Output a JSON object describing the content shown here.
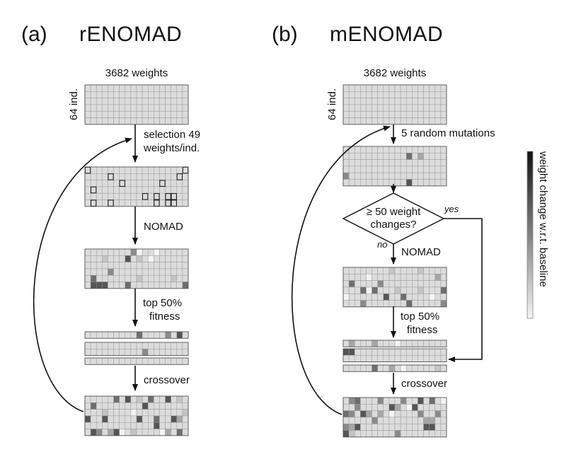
{
  "panel_a": {
    "letter": "(a)",
    "title": "rENOMAD",
    "weights_label": "3682 weights",
    "ind_label": "64 ind.",
    "step_selection_line1": "selection 49",
    "step_selection_line2": "weights/ind.",
    "step_nomad": "NOMAD",
    "step_top_line1": "top 50%",
    "step_top_line2": "fitness",
    "step_crossover": "crossover"
  },
  "panel_b": {
    "letter": "(b)",
    "title": "mENOMAD",
    "weights_label": "3682 weights",
    "ind_label": "64 ind.",
    "step_mutations": "5 random mutations",
    "decision_line1": "≥ 50 weight",
    "decision_line2": "changes?",
    "yes_label": "yes",
    "no_label": "no",
    "step_nomad": "NOMAD",
    "step_top_line1": "top 50%",
    "step_top_line2": "fitness",
    "step_crossover": "crossover"
  },
  "colorbar": {
    "label": "weight change w.r.t. baseline",
    "color_high": "#111111",
    "color_low": "#f4f4f4"
  },
  "colors": {
    "cell_fill": "#dcdcdc",
    "cell_line": "#9a9a9a",
    "frame": "#555555",
    "arrow": "#111111"
  }
}
